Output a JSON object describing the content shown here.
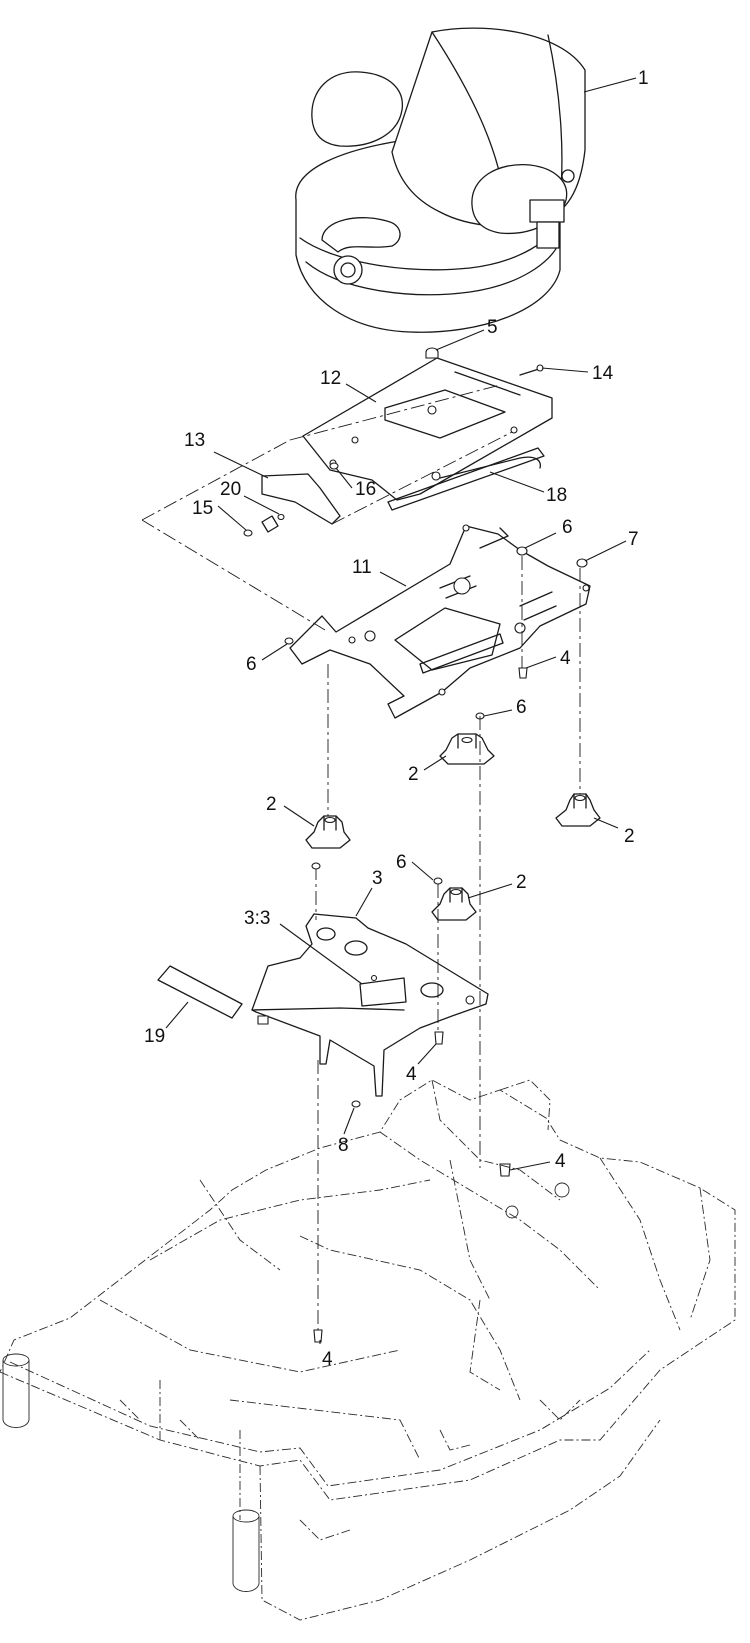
{
  "diagram": {
    "type": "exploded-parts-view",
    "line_color": "#1a1a1a",
    "background": "#ffffff",
    "callouts": [
      {
        "id": "c1",
        "label": "1"
      },
      {
        "id": "c5",
        "label": "5"
      },
      {
        "id": "c12",
        "label": "12"
      },
      {
        "id": "c14",
        "label": "14"
      },
      {
        "id": "c13",
        "label": "13"
      },
      {
        "id": "c16",
        "label": "16"
      },
      {
        "id": "c18",
        "label": "18"
      },
      {
        "id": "c20",
        "label": "20"
      },
      {
        "id": "c15",
        "label": "15"
      },
      {
        "id": "c6a",
        "label": "6"
      },
      {
        "id": "c7",
        "label": "7"
      },
      {
        "id": "c11",
        "label": "11"
      },
      {
        "id": "c6b",
        "label": "6"
      },
      {
        "id": "c4a",
        "label": "4"
      },
      {
        "id": "c6c",
        "label": "6"
      },
      {
        "id": "c2a",
        "label": "2"
      },
      {
        "id": "c2b",
        "label": "2"
      },
      {
        "id": "c2c",
        "label": "2"
      },
      {
        "id": "c6d",
        "label": "6"
      },
      {
        "id": "c2d",
        "label": "2"
      },
      {
        "id": "c3",
        "label": "3"
      },
      {
        "id": "c33",
        "label": "3:3"
      },
      {
        "id": "c19",
        "label": "19"
      },
      {
        "id": "c4b",
        "label": "4"
      },
      {
        "id": "c8",
        "label": "8"
      },
      {
        "id": "c4c",
        "label": "4"
      },
      {
        "id": "c4d",
        "label": "4"
      }
    ]
  }
}
